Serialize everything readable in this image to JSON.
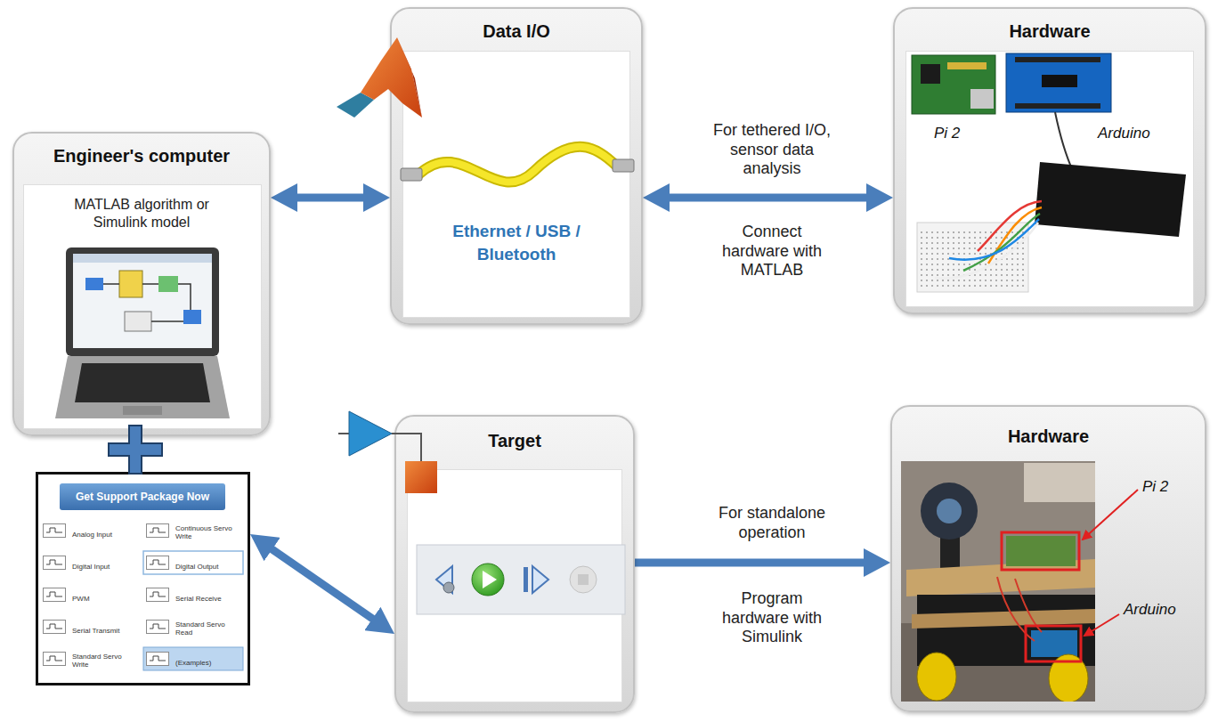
{
  "diagram": {
    "nodes": [
      {
        "text": [
          "Engineer's computer",
          "MATLAB algorithm or Simulink model"
        ]
      },
      {
        "text": [
          "Data I/O",
          "Ethernet / USB / Bluetooth"
        ]
      },
      {
        "text": [
          "Hardware",
          "Pi 2",
          "Arduino"
        ]
      },
      {
        "text": [
          "Get Support Package Now",
          "Analog Input",
          "Continuous Servo Write",
          "Digital Input",
          "Digital Output",
          "PWM",
          "Serial Receive",
          "Serial Transmit",
          "Standard Servo Read",
          "Standard Servo Write",
          "(Examples)"
        ]
      },
      {
        "text": [
          "Target"
        ]
      },
      {
        "text": [
          "Hardware",
          "Pi 2",
          "Arduino"
        ]
      }
    ],
    "edges": [
      {
        "from": 0,
        "to": 1,
        "arrow": "both"
      },
      {
        "from": 1,
        "to": 2,
        "arrow": "both",
        "label": "For tethered I/O, sensor data analysis"
      },
      {
        "from": 3,
        "to": 4,
        "arrow": "both"
      },
      {
        "from": 4,
        "to": 5,
        "arrow": "to",
        "label": "For standalone operation"
      }
    ],
    "labels": [
      "Connect hardware with MATLAB",
      "Program hardware with Simulink"
    ]
  }
}
